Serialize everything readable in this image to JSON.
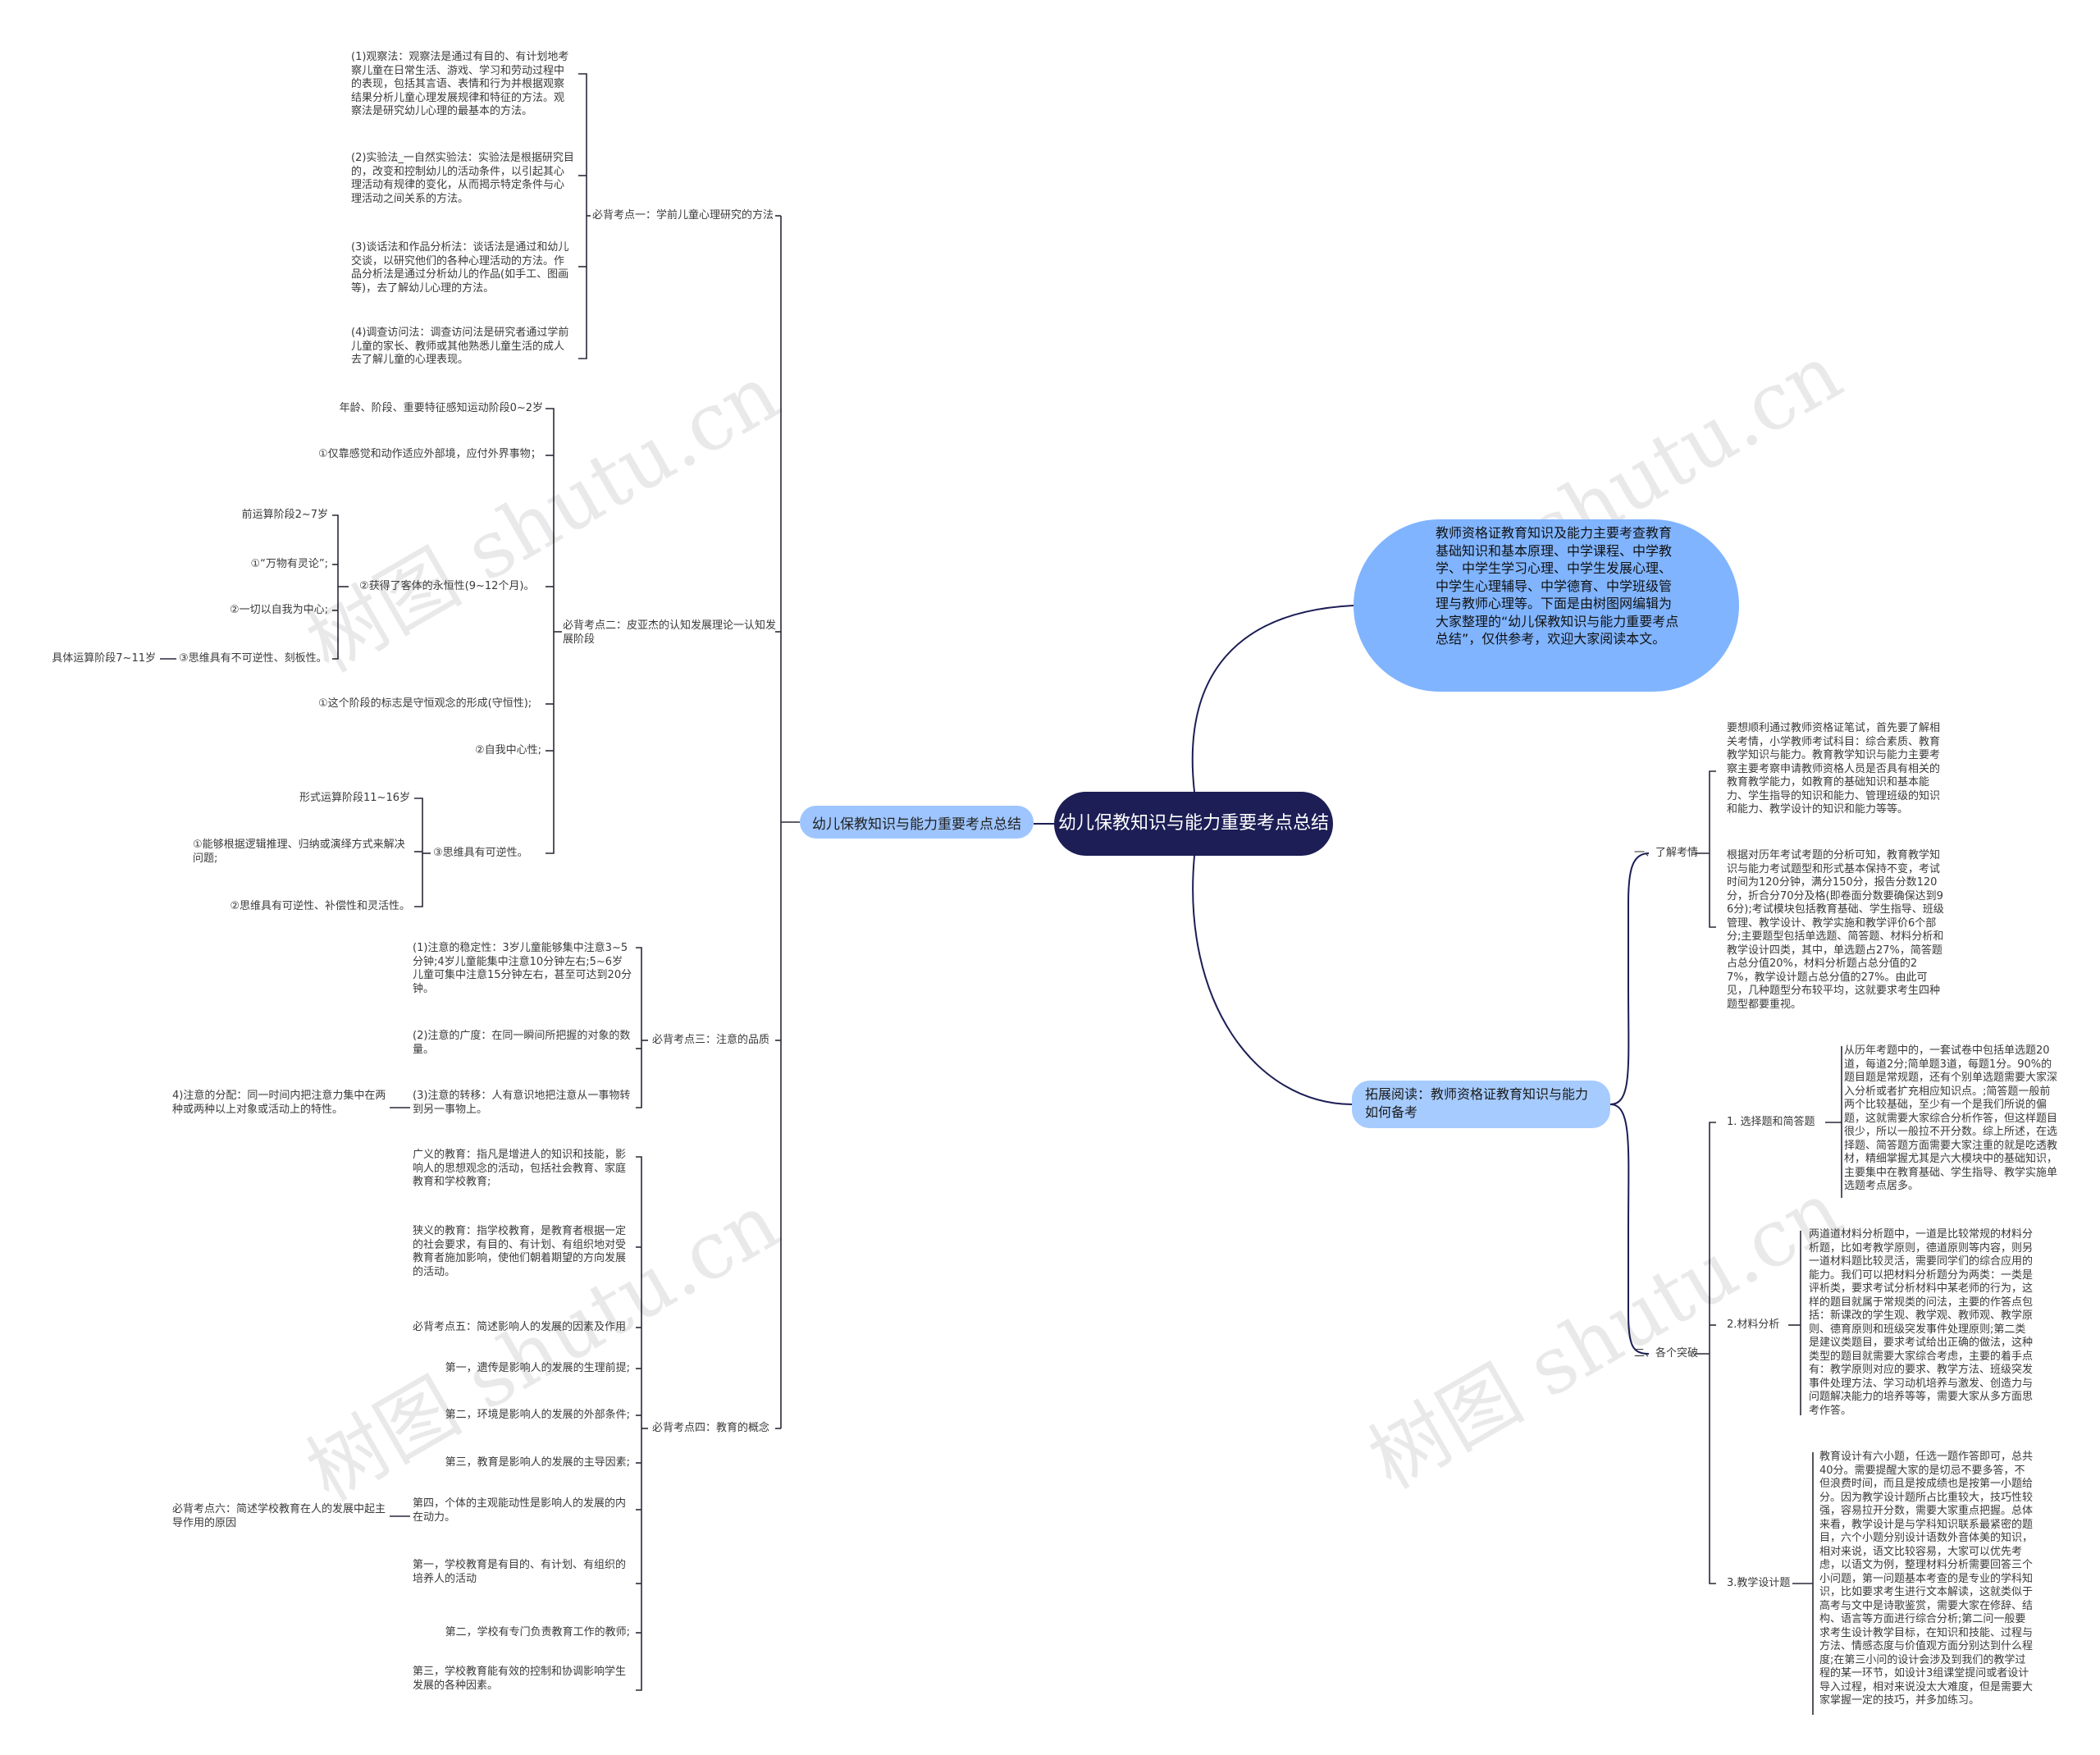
{
  "root": {
    "title": "幼儿保教知识与能力重要考点总结"
  },
  "left_hub": {
    "label": "幼儿保教知识与能力重要考点总结"
  },
  "intro": {
    "text": "教师资格证教育知识及能力主要考查教育基础知识和基本原理、中学课程、中学教学、中学生学习心理、中学生发展心理、中学生心理辅导、中学德育、中学班级管理与教师心理等。下面是由树图网编辑为大家整理的“幼儿保教知识与能力重要考点总结”，仅供参考，欢迎大家阅读本文。"
  },
  "extension": {
    "label": "拓展阅读：教师资格证教育知识与能力如何备考"
  },
  "watermark": {
    "text": "树图 shutu.cn"
  },
  "kp1": {
    "label": "必背考点一：学前儿童心理研究的方法",
    "items": [
      "(1)观察法：观察法是通过有目的、有计划地考察儿童在日常生活、游戏、学习和劳动过程中的表现，包括其言语、表情和行为并根据观察结果分析儿童心理发展规律和特征的方法。观察法是研究幼儿心理的最基本的方法。",
      "(2)实验法_一自然实验法：实验法是根据研究目的，改变和控制幼儿的活动条件，以引起其心理活动有规律的变化，从而揭示特定条件与心理活动之间关系的方法。",
      "(3)谈话法和作品分析法：谈话法是通过和幼儿交谈，以研究他们的各种心理活动的方法。作品分析法是通过分析幼儿的作品(如手工、图画等)，去了解幼儿心理的方法。",
      "(4)调查访问法：调查访问法是研究者通过学前儿童的家长、教师或其他熟悉儿童生活的成人去了解儿童的心理表现。"
    ]
  },
  "kp2": {
    "label": "必背考点二：皮亚杰的认知发展理论一认知发展阶段",
    "stage1": "年龄、阶段、重要特征感知运动阶段0~2岁",
    "item_a": "①仅靠感觉和动作适应外部境，应付外界事物；",
    "preop": "②获得了客体的永恒性(9~12个月)。",
    "preop_stage": "前运算阶段2~7岁",
    "preop_animism": "①“万物有灵论”;",
    "preop_ego": "②一切以自我为中心;",
    "preop_irrev": "③思维具有不可逆性、刻板性。",
    "concrete_stage": "具体运算阶段7~11岁",
    "conserv": "①这个阶段的标志是守恒观念的形成(守恒性);",
    "decentering": "②自我中心性;",
    "reversible": "③思维具有可逆性。",
    "formal_stage": "形式运算阶段11~16岁",
    "formal_1": "①能够根据逻辑推理、归纳或演绎方式来解决问题;",
    "formal_2": "②思维具有可逆性、补偿性和灵活性。"
  },
  "kp3": {
    "label": "必背考点三：注意的品质",
    "items": [
      "(1)注意的稳定性：3岁儿童能够集中注意3~5分钟;4岁儿童能集中注意10分钟左右;5~6岁儿童可集中注意15分钟左右，甚至可达到20分钟。",
      "(2)注意的广度：在同一瞬间所把握的对象的数量。",
      "(3)注意的转移：人有意识地把注意从一事物转到另一事物上。"
    ],
    "distribution": "4)注意的分配：同一时间内把注意力集中在两种或两种以上对象或活动上的特性。"
  },
  "kp4": {
    "label": "必背考点四：教育的概念",
    "items": [
      "广义的教育：指凡是增进人的知识和技能，影响人的思想观念的活动，包括社会教育、家庭教育和学校教育;",
      "狭义的教育：指学校教育，是教育者根据一定的社会要求，有目的、有计划、有组织地对受教育者施加影响，使他们朝着期望的方向发展的活动。",
      "必背考点五：简述影响人的发展的因素及作用",
      "第一，遗传是影响人的发展的生理前提;",
      "第二，环境是影响人的发展的外部条件;",
      "第三，教育是影响人的发展的主导因素;",
      "第四，个体的主观能动性是影响人的发展的内在动力。",
      "第一，学校教育是有目的、有计划、有组织的培养人的活动",
      "第二，学校有专门负责教育工作的教师;",
      "第三，学校教育能有效的控制和协调影响学生发展的各种因素。"
    ],
    "kp6": "必背考点六：简述学校教育在人的发展中起主导作用的原因"
  },
  "right": {
    "section1": {
      "label": "一、了解考情",
      "p1": "要想顺利通过教师资格证笔试，首先要了解相关考情，小学教师考试科目：综合素质、教育教学知识与能力。教育教学知识与能力主要考察主要考察申请教师资格人员是否具有相关的教育教学能力，如教育的基础知识和基本能力、学生指导的知识和能力、管理班级的知识和能力、教学设计的知识和能力等等。",
      "p2": "根据对历年考试考题的分析可知，教育教学知识与能力考试题型和形式基本保持不变，考试时间为120分钟，满分150分，报告分数120分，折合分70分及格(即卷面分数要确保达到96分);考试模块包括教育基础、学生指导、班级管理、教学设计、教学实施和教学评价6个部分;主要题型包括单选题、简答题、材料分析和教学设计四类，其中，单选题占27%，简答题占总分值20%，材料分析题占总分值的27%，教学设计题占总分值的27%。由此可见，几种题型分布较平均，这就要求考生四种题型都要重视。"
    },
    "section2": {
      "label": "二、各个突破",
      "choice": {
        "label": "1. 选择题和简答题",
        "text": "从历年考题中的，一套试卷中包括单选题20道，每道2分;简单题3道，每题1分。90%的题目题是常规题，还有个别单选题需要大家深入分析或者扩充相应知识点。;简答题一般前两个比较基础，至少有一个是我们所说的偏题，这就需要大家综合分析作答，但这样题目很少，所以一般拉不开分数。综上所述，在选择题、简答题方面需要大家注重的就是吃透教材，精细掌握尤其是六大模块中的基础知识，主要集中在教育基础、学生指导、教学实施单选题考点居多。"
      },
      "material": {
        "label": "2.材料分析",
        "text": "两道道材料分析题中，一道是比较常规的材料分析题，比如考教学原则，德道原则等内容，则另一道材料题比较灵活，需要同学们的综合应用的能力。我们可以把材料分析题分为两类：一类是评析类，要求考试分析材料中某老师的行为，这样的题目就属于常规类的问法，主要的作答点包括：新课改的学生观、教学观、教师观、教学原则、德育原则和班级突发事件处理原则;第二类是建议类题目，要求考试给出正确的做法，这种类型的题目就需要大家综合考虑，主要的着手点有：教学原则对应的要求、教学方法、班级突发事件处理方法、学习动机培养与激发、创造力与问题解决能力的培养等等，需要大家从多方面思考作答。"
      },
      "design": {
        "label": "3.教学设计题",
        "text": "教育设计有六小题，任选一题作答即可，总共40分。需要提醒大家的是切忌不要多答，不但浪费时间，而且是按成绩也是按第一小题给分。因为教学设计题所占比重较大，技巧性较强，容易拉开分数，需要大家重点把握。总体来看，教学设计是与学科知识联系最紧密的题目，六个小题分别设计语数外音体美的知识，相对来说，语文比较容易，大家可以优先考虑，以语文为例，整理材料分析需要回答三个小问题，第一问题基本考查的是专业的学科知识，比如要求考生进行文本解读，这就类似于高考与文中是诗歌鉴赏，需要大家在修辞、结构、语言等方面进行综合分析;第二问一般要求考生设计教学目标，在知识和技能、过程与方法、情感态度与价值观方面分别达到什么程度;在第三小问的设计会涉及到我们的教学过程的某一环节，如设计3组课堂提问或者设计导入过程，相对来说没太大难度，但是需要大家掌握一定的技巧，并多加练习。"
      }
    }
  }
}
